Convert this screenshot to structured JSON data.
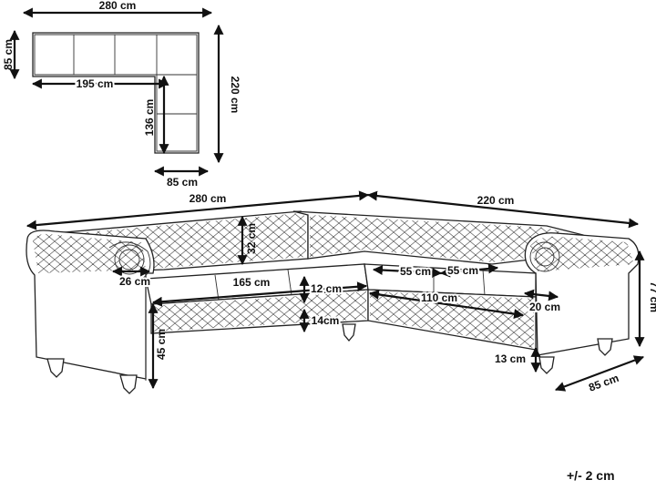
{
  "plan": {
    "total_width": "280 cm",
    "depth": "85 cm",
    "inner_length": "195 cm",
    "return_inner": "136 cm",
    "total_return": "220 cm",
    "return_depth": "85 cm"
  },
  "front": {
    "total_width": "280 cm",
    "total_return": "220 cm",
    "back_height": "32 cm",
    "arm_width_left": "26 cm",
    "seat_width": "165 cm",
    "seat_cushion": "12 cm",
    "seat_base": "14cm",
    "seat_height": "45 cm",
    "cushion_a": "55 cm",
    "cushion_b": "55 cm",
    "return_seat": "110 cm",
    "arm_width_right": "20 cm",
    "total_height": "77 cm",
    "leg_height": "13 cm",
    "side_depth": "85 cm"
  },
  "tolerance": "+/- 2 cm",
  "colors": {
    "line": "#111111",
    "background": "#ffffff"
  }
}
